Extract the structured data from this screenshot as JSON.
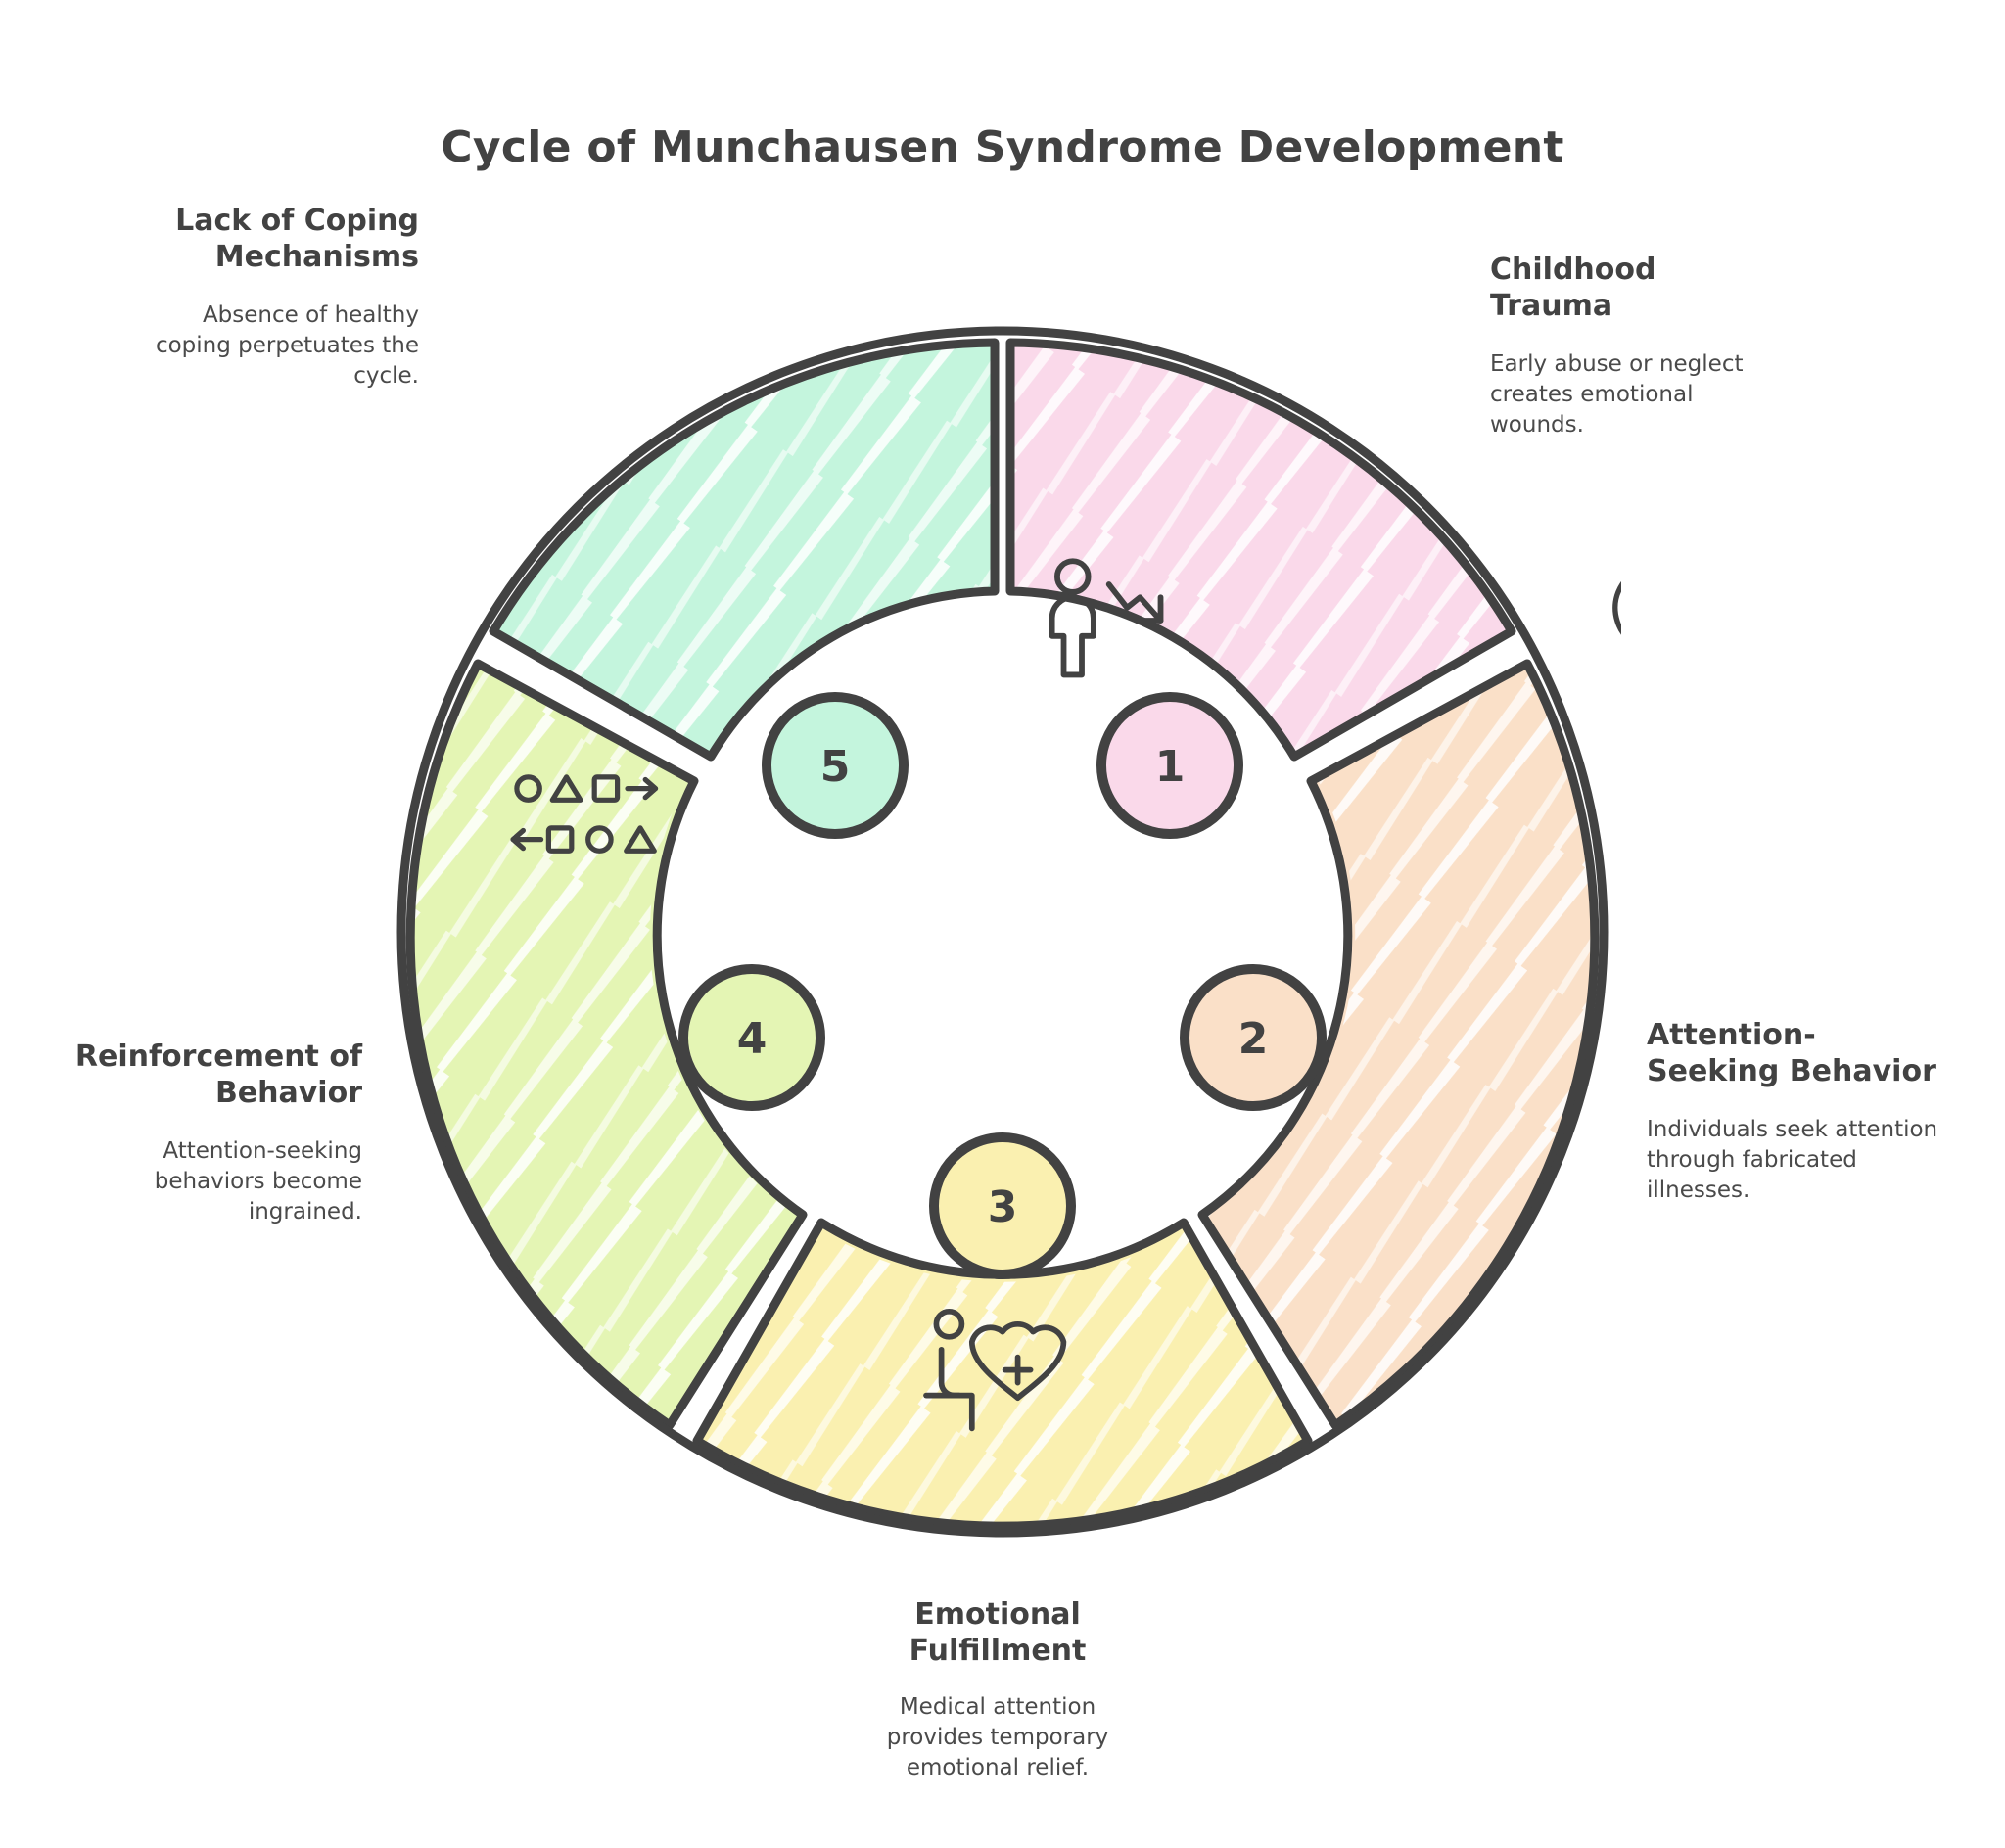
{
  "title": "Cycle of Munchausen Syndrome Development",
  "theme": {
    "stroke": "#424242",
    "background": "#ffffff",
    "text": "#424242"
  },
  "chart_data": {
    "type": "pie",
    "title": "Cycle of Munchausen Syndrome Development",
    "legend_position": "around",
    "categories": [
      "Childhood Trauma",
      "Attention-Seeking Behavior",
      "Emotional Fulfillment",
      "Reinforcement of Behavior",
      "Lack of Coping Mechanisms"
    ],
    "values": [
      20,
      20,
      20,
      20,
      20
    ],
    "colors": [
      "#fad9ea",
      "#fae0c8",
      "#faf0b0",
      "#e4f5b4",
      "#c4f5dd"
    ]
  },
  "steps": [
    {
      "number": "1",
      "title": "Childhood Trauma",
      "description": "Early abuse or neglect creates emotional wounds.",
      "color": "#fad9ea",
      "icon": "traumatized-child-icon",
      "align": "left"
    },
    {
      "number": "2",
      "title": "Attention-Seeking Behavior",
      "description": "Individuals seek attention through fabricated illnesses.",
      "color": "#fae0c8",
      "icon": "person-speech-bubble-icon",
      "align": "left"
    },
    {
      "number": "3",
      "title": "Emotional Fulfillment",
      "description": "Medical attention provides temporary emotional relief.",
      "color": "#faf0b0",
      "icon": "patient-heart-plus-icon",
      "align": "center"
    },
    {
      "number": "4",
      "title": "Reinforcement of Behavior",
      "description": "Attention-seeking behaviors become ingrained.",
      "color": "#e4f5b4",
      "icon": "repeating-pattern-icon",
      "align": "right"
    },
    {
      "number": "5",
      "title": "Lack of Coping Mechanisms",
      "description": "Absence of healthy coping perpetuates the cycle.",
      "color": "#c4f5dd",
      "icon": "person-declining-arrow-icon",
      "align": "right"
    }
  ]
}
